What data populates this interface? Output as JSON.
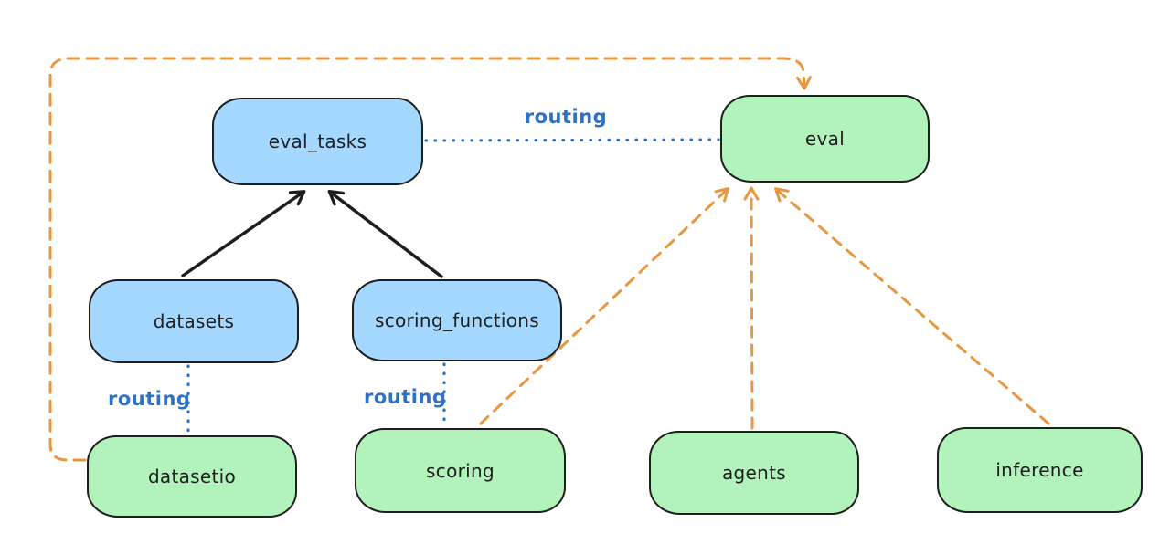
{
  "diagram": {
    "background": "#ffffff",
    "colors": {
      "node_border": "#1e1e1e",
      "blue_node_fill": "#a5d8ff",
      "green_node_fill": "#b2f2bb",
      "routing_blue": "#2f72c4",
      "orange_dashed": "#e8963f",
      "black_arrow": "#1e1e1e"
    },
    "nodes": [
      {
        "id": "eval_tasks",
        "label": "eval_tasks",
        "fill": "blue"
      },
      {
        "id": "eval",
        "label": "eval",
        "fill": "green"
      },
      {
        "id": "datasets",
        "label": "datasets",
        "fill": "blue"
      },
      {
        "id": "scoring_functions",
        "label": "scoring_functions",
        "fill": "blue"
      },
      {
        "id": "datasetio",
        "label": "datasetio",
        "fill": "green"
      },
      {
        "id": "scoring",
        "label": "scoring",
        "fill": "green"
      },
      {
        "id": "agents",
        "label": "agents",
        "fill": "green"
      },
      {
        "id": "inference",
        "label": "inference",
        "fill": "green"
      }
    ],
    "edges": [
      {
        "from": "datasets",
        "to": "eval_tasks",
        "style": "solid",
        "color": "black",
        "label": ""
      },
      {
        "from": "scoring_functions",
        "to": "eval_tasks",
        "style": "solid",
        "color": "black",
        "label": ""
      },
      {
        "from": "eval_tasks",
        "to": "eval",
        "style": "dotted",
        "color": "blue",
        "label": "routing"
      },
      {
        "from": "datasets",
        "to": "datasetio",
        "style": "dotted",
        "color": "blue",
        "label": "routing"
      },
      {
        "from": "scoring_functions",
        "to": "scoring",
        "style": "dotted",
        "color": "blue",
        "label": "routing"
      },
      {
        "from": "datasetio",
        "to": "eval",
        "style": "dashed",
        "color": "orange",
        "label": ""
      },
      {
        "from": "scoring",
        "to": "eval",
        "style": "dashed",
        "color": "orange",
        "label": ""
      },
      {
        "from": "agents",
        "to": "eval",
        "style": "dashed",
        "color": "orange",
        "label": ""
      },
      {
        "from": "inference",
        "to": "eval",
        "style": "dashed",
        "color": "orange",
        "label": ""
      }
    ]
  }
}
